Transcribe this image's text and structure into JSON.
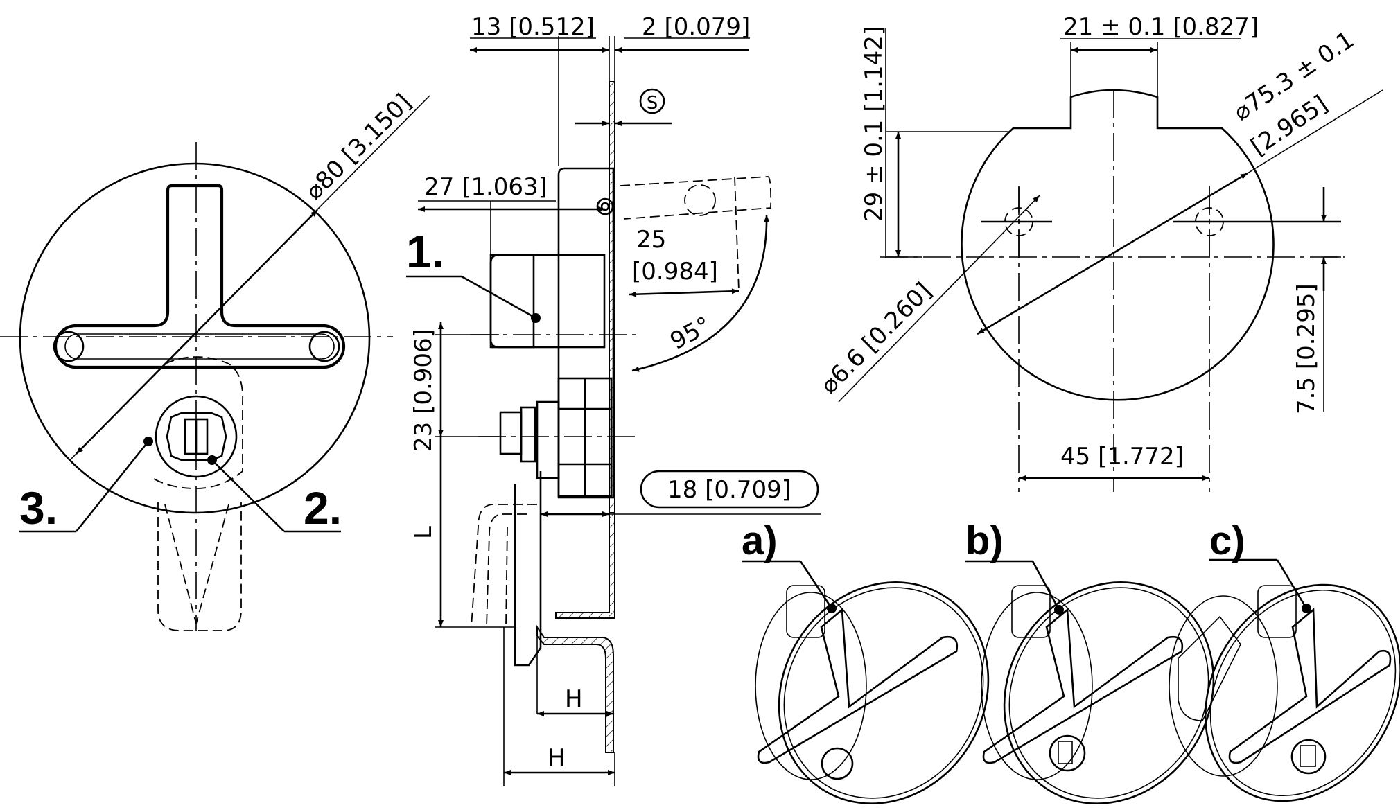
{
  "front_view": {
    "diameter_label": "⌀80 [3.150]",
    "callout_2": "2.",
    "callout_3": "3."
  },
  "side_view": {
    "dim_13": "13 [0.512]",
    "dim_2": "2 [0.079]",
    "symbol_s": "S",
    "dim_27": "27 [1.063]",
    "callout_1": "1.",
    "dim_25_top": "25",
    "dim_25_bottom": "[0.984]",
    "angle_95": "95°",
    "dim_23": "23 [0.906]",
    "dim_18": "18 [0.709]",
    "dim_L": "L",
    "dim_H_inner": "H",
    "dim_H_outer": "H"
  },
  "cutout_view": {
    "dim_21": "21 ± 0.1 [0.827]",
    "dim_29": "29 ± 0.1 [1.142]",
    "dim_75_line1": "⌀75.3 ± 0.1",
    "dim_75_line2": "[2.965]",
    "dim_6_6": "⌀6.6 [0.260]",
    "dim_7_5": "7.5 [0.295]",
    "dim_45": "45 [1.772]"
  },
  "variants": {
    "a": "a)",
    "b": "b)",
    "c": "c)"
  }
}
